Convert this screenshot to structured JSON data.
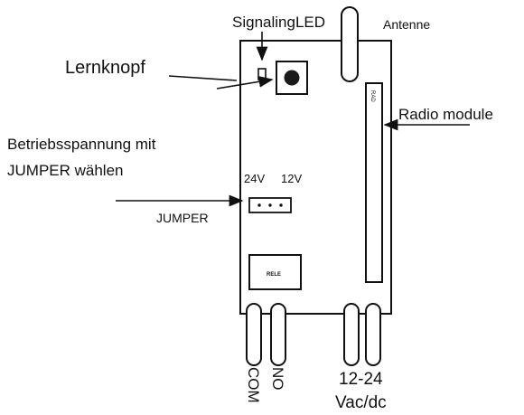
{
  "labels": {
    "signaling_led": "SignalingLED",
    "antenne": "Antenne",
    "lernknopf": "Lernknopf",
    "radio_module": "Radio module",
    "betriebsspannung_line1": "Betriebsspannung mit",
    "betriebsspannung_line2": "JUMPER wählen",
    "v24": "24V",
    "v12": "12V",
    "jumper": "JUMPER",
    "relay": "RELE",
    "module_tag": "RAD",
    "com": "COM",
    "no": "NO",
    "voltage_range": "12-24",
    "voltage_type": "Vac/dc"
  },
  "colors": {
    "ink": "#111111",
    "board_fill": "#ffffff",
    "button_fill": "#1a1a1a"
  }
}
